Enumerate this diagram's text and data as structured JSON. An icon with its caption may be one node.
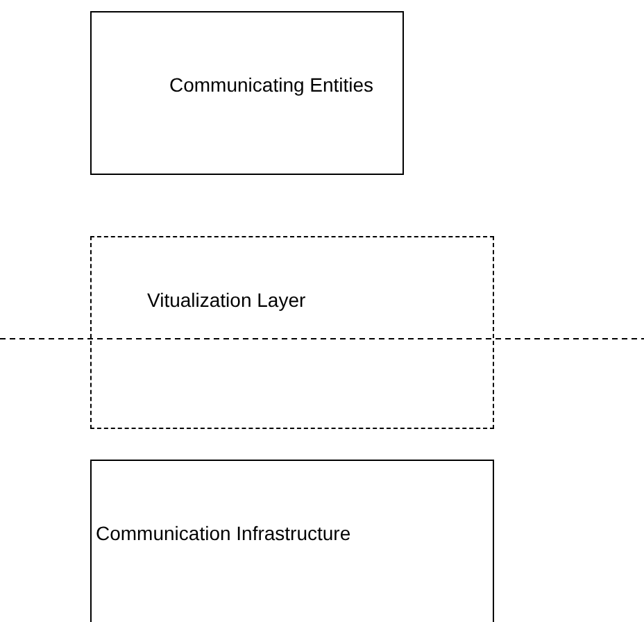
{
  "diagram": {
    "nodes": [
      {
        "text": [
          "Communicating Entities"
        ]
      },
      {
        "text": [
          "Vitualization Layer"
        ]
      },
      {
        "text": [
          "Communication Infrastructure"
        ]
      }
    ],
    "edges": []
  }
}
